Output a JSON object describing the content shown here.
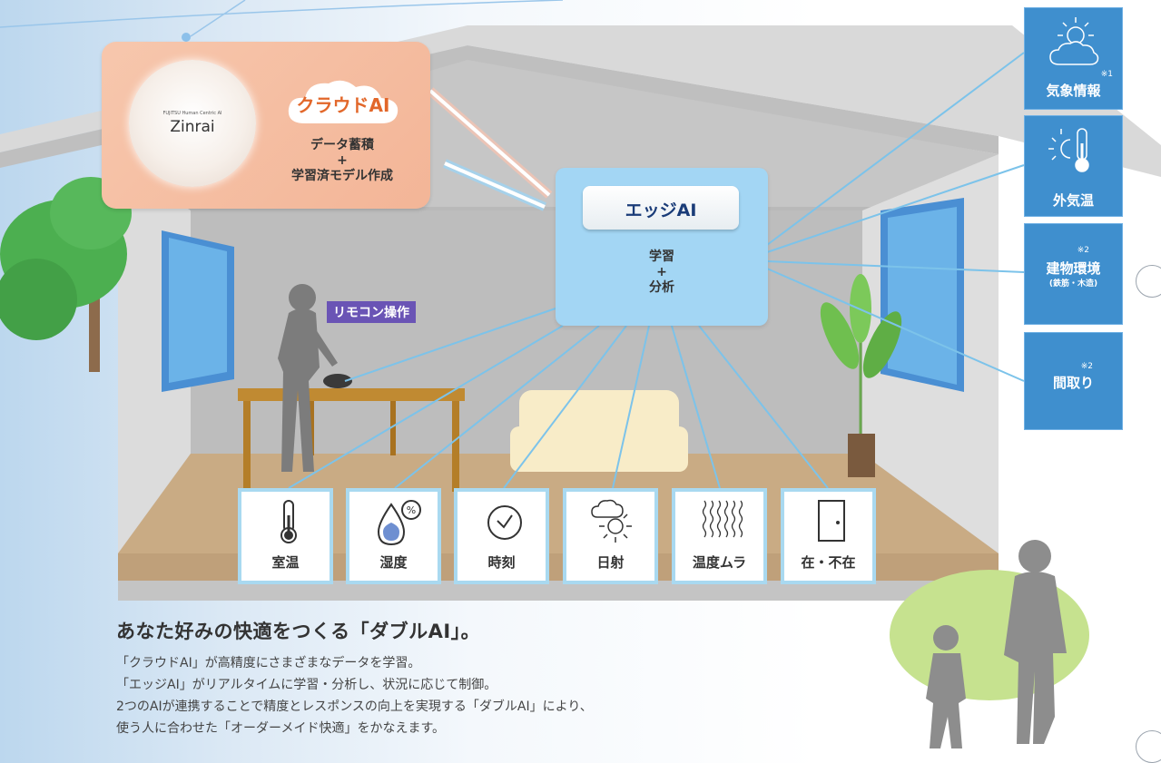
{
  "cloud_ai": {
    "zinrai_small": "FUJITSU Human Centric AI",
    "zinrai_name": "Zinrai",
    "title": "クラウドAI",
    "desc_line1": "データ蓄積",
    "desc_plus": "+",
    "desc_line2": "学習済モデル作成"
  },
  "edge_ai": {
    "title": "エッジAI",
    "desc_line1": "学習",
    "desc_plus": "+",
    "desc_line2": "分析"
  },
  "remote_label": "リモコン操作",
  "sensors": [
    {
      "label": "室温",
      "icon": "thermometer-icon"
    },
    {
      "label": "湿度",
      "icon": "humidity-drop-icon",
      "badge": "%"
    },
    {
      "label": "時刻",
      "icon": "clock-icon"
    },
    {
      "label": "日射",
      "icon": "sun-cloud-icon"
    },
    {
      "label": "温度ムラ",
      "icon": "heat-wave-icon"
    },
    {
      "label": "在・不在",
      "icon": "door-icon"
    }
  ],
  "external": [
    {
      "label": "気象情報",
      "note": "※1",
      "icon": "weather-icon"
    },
    {
      "label": "外気温",
      "note": "",
      "icon": "outdoor-temperature-icon"
    },
    {
      "label": "建物環境",
      "sub": "(鉄筋・木造)",
      "note": "※2",
      "icon": ""
    },
    {
      "label": "間取り",
      "note": "※2",
      "icon": ""
    }
  ],
  "heading": "あなた好みの快適をつくる「ダブルAI」。",
  "body_lines": [
    "「クラウドAI」が高精度にさまざまなデータを学習。",
    "「エッジAI」がリアルタイムに学習・分析し、状況に応じて制御。",
    "2つのAIが連携することで精度とレスポンスの向上を実現する「ダブルAI」により、",
    "使う人に合わせた「オーダーメイド快適」をかなえます。"
  ],
  "colors": {
    "cloud_accent": "#e2672a",
    "edge_title": "#1a3c78",
    "remote_badge": "#6a54b5",
    "external_panel": "#3f8fce",
    "sensor_border": "#a9d9f0",
    "connector": "#7cc3ea"
  }
}
